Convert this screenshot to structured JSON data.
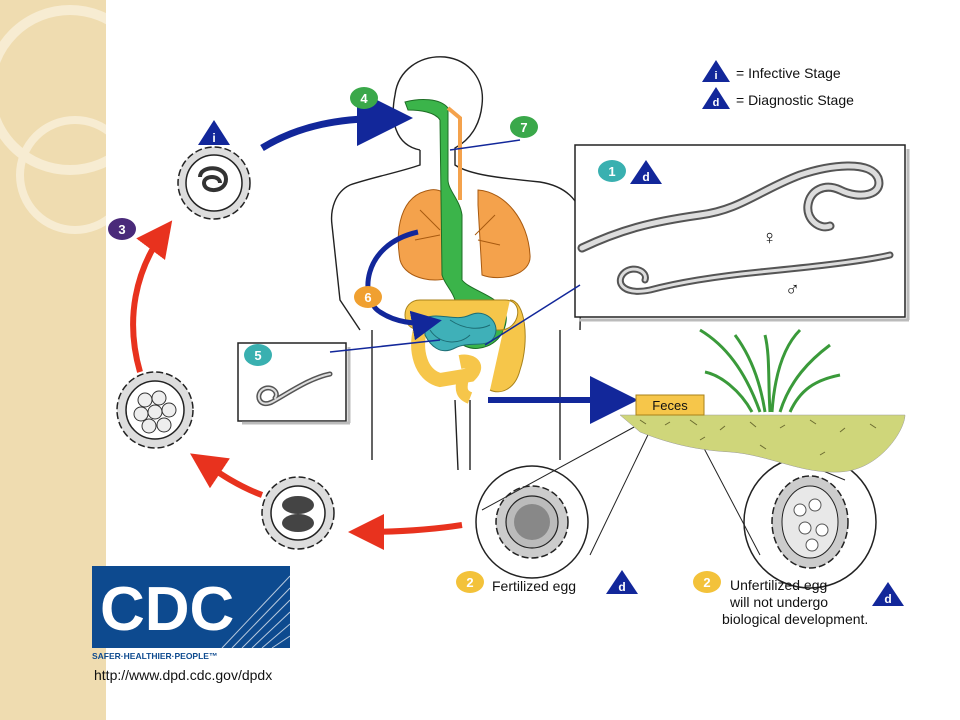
{
  "legend": {
    "infective": {
      "symbol": "i",
      "label": "= Infective Stage"
    },
    "diagnostic": {
      "symbol": "d",
      "label": "= Diagnostic Stage"
    }
  },
  "steps": {
    "s1": "1",
    "s2a": "2",
    "s2b": "2",
    "s3": "3",
    "s4": "4",
    "s5": "5",
    "s6": "6",
    "s7": "7"
  },
  "labels": {
    "feces": "Feces",
    "fertilized": "Fertilized egg",
    "unfertilized_line1": "Unfertilized egg",
    "unfertilized_line2": "will not undergo",
    "unfertilized_line3": "biological development.",
    "female_symbol": "♀",
    "male_symbol": "♂"
  },
  "cdc": {
    "logo_text": "CDC",
    "tagline": "SAFER·HEALTHIER·PEOPLE™",
    "url": "http://www.dpd.cdc.gov/dpdx"
  },
  "colors": {
    "sidebar": "#efdcb0",
    "step_green": "#3aa84a",
    "step_purple": "#4a2a7a",
    "step_orange": "#f0a030",
    "step_teal": "#39b0b0",
    "step_yellow": "#f3c23a",
    "arrow_blue": "#12279a",
    "arrow_red": "#e8321e",
    "lung_orange": "#f4a24c",
    "gut_green": "#3bb44a",
    "intestine_yellow": "#f6c64a",
    "intestine_teal": "#3fb0b8",
    "cdc_blue": "#0d4a8f"
  }
}
